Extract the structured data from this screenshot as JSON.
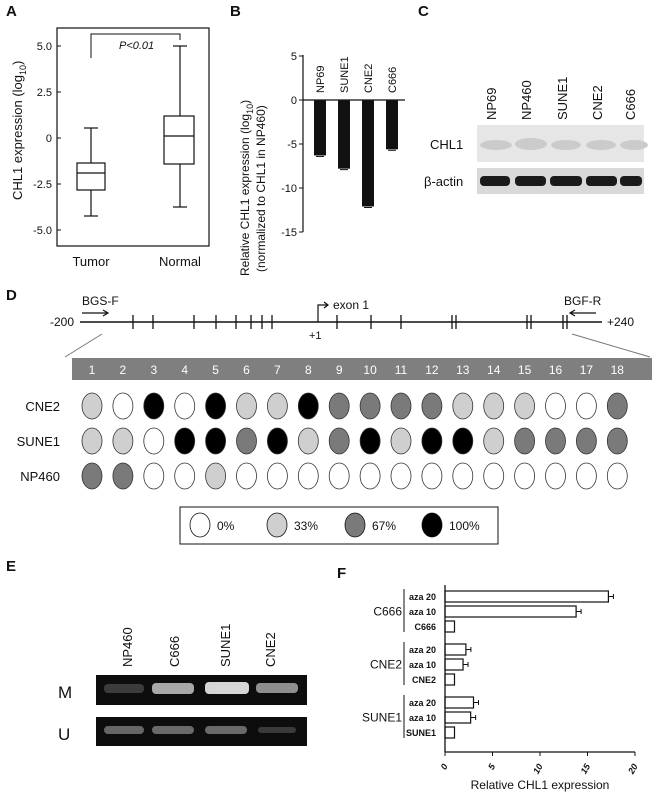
{
  "panels": {
    "a": "A",
    "b": "B",
    "c": "C",
    "d": "D",
    "e": "E",
    "f": "F"
  },
  "panel_a": {
    "ylabel": "CHL1 expression (log",
    "ylabel_sub": "10",
    "ylabel_end": ")",
    "pvalue": "P<0.01",
    "yticks": [
      "5.0",
      "2.5",
      "0",
      "-2.5",
      "-5.0"
    ],
    "categories": [
      "Tumor",
      "Normal"
    ]
  },
  "panel_b": {
    "ylabel_line1": "Relative CHL1 expression (log",
    "ylabel_sub": "10",
    "ylabel_line1_end": ")",
    "ylabel_line2": "(normalized to CHL1 in NP460)",
    "yticks": [
      "5",
      "0",
      "-5",
      "-10",
      "-15"
    ]
  },
  "panel_c": {
    "lanes": [
      "NP69",
      "NP460",
      "SUNE1",
      "CNE2",
      "C666"
    ],
    "rows": [
      "CHL1",
      "β-actin"
    ]
  },
  "panel_d": {
    "left_primer": "BGS-F",
    "right_primer": "BGF-R",
    "start": "-200",
    "end": "+240",
    "exon": "exon 1",
    "tss": "+1",
    "site_numbers": [
      "1",
      "2",
      "3",
      "4",
      "5",
      "6",
      "7",
      "8",
      "9",
      "10",
      "11",
      "12",
      "13",
      "14",
      "15",
      "16",
      "17",
      "18"
    ],
    "samples": [
      {
        "name": "CNE2",
        "levels": [
          33,
          0,
          100,
          0,
          100,
          33,
          33,
          100,
          67,
          67,
          67,
          67,
          33,
          33,
          33,
          0,
          0,
          67
        ]
      },
      {
        "name": "SUNE1",
        "levels": [
          33,
          33,
          0,
          100,
          100,
          67,
          100,
          33,
          67,
          100,
          33,
          100,
          100,
          33,
          67,
          67,
          67,
          67
        ]
      },
      {
        "name": "NP460",
        "levels": [
          67,
          67,
          0,
          0,
          33,
          0,
          0,
          0,
          0,
          0,
          0,
          0,
          0,
          0,
          0,
          0,
          0,
          0
        ]
      }
    ],
    "legend": [
      {
        "label": "0%",
        "color": "#ffffff"
      },
      {
        "label": "33%",
        "color": "#cfcfcf"
      },
      {
        "label": "67%",
        "color": "#7a7a7a"
      },
      {
        "label": "100%",
        "color": "#000000"
      }
    ]
  },
  "panel_e": {
    "lanes": [
      "NP460",
      "C666",
      "SUNE1",
      "CNE2"
    ],
    "rows": [
      "M",
      "U"
    ]
  },
  "chart_data": [
    {
      "type": "bar",
      "panel": "B",
      "categories": [
        "NP69",
        "SUNE1",
        "CNE2",
        "C666"
      ],
      "values": [
        -6.3,
        -7.8,
        -12.1,
        -5.6
      ],
      "ylabel": "Relative CHL1 expression (log10) (normalized to CHL1 in NP460)",
      "ylim": [
        -15,
        5
      ]
    },
    {
      "type": "bar",
      "panel": "F",
      "orientation": "horizontal",
      "groups": [
        {
          "name": "C666",
          "bars": [
            {
              "label": "aza 20",
              "value": 17.2
            },
            {
              "label": "aza 10",
              "value": 13.8
            },
            {
              "label": "C666",
              "value": 1.0
            }
          ]
        },
        {
          "name": "CNE2",
          "bars": [
            {
              "label": "aza 20",
              "value": 2.2
            },
            {
              "label": "aza 10",
              "value": 1.9
            },
            {
              "label": "CNE2",
              "value": 1.0
            }
          ]
        },
        {
          "name": "SUNE1",
          "bars": [
            {
              "label": "aza 20",
              "value": 3.0
            },
            {
              "label": "aza 10",
              "value": 2.7
            },
            {
              "label": "SUNE1",
              "value": 1.0
            }
          ]
        }
      ],
      "xlabel": "Relative CHL1 expression",
      "xticks": [
        "0",
        "5",
        "10",
        "15",
        "20"
      ],
      "xlim": [
        0,
        20
      ]
    }
  ]
}
